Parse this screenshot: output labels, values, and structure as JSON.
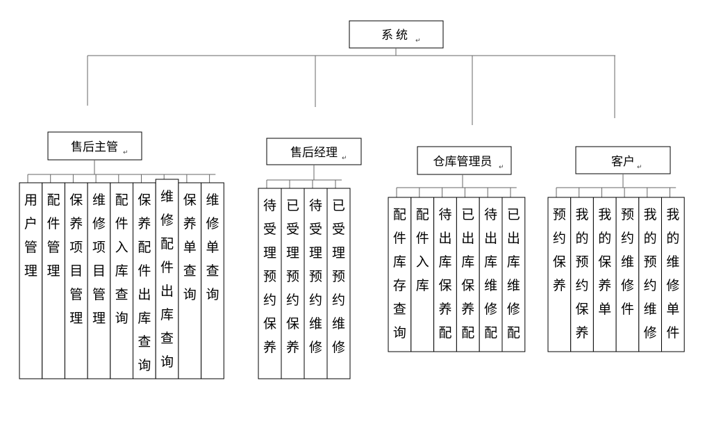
{
  "root": {
    "label": "系统",
    "mark": "↵"
  },
  "groups": [
    {
      "label": "售后主管",
      "mark": "↵",
      "items": [
        "用户管理",
        "配件管理",
        "保养项目管理",
        "维修项目管理",
        "配件入库查询",
        "保养配件出库查询",
        "维修配件出库查询",
        "保养单查询",
        "维修单查询"
      ]
    },
    {
      "label": "售后经理",
      "mark": "↵",
      "items": [
        "待受理预约保养",
        "已受理预约保养",
        "待受理预约维修",
        "已受理预约维修"
      ]
    },
    {
      "label": "仓库管理员",
      "mark": "↵",
      "items": [
        "配件库存查询",
        "配件入库",
        "待出库保养配",
        "已出库保养配",
        "待出库维修配",
        "已出库维修配"
      ]
    },
    {
      "label": "客户",
      "mark": "↵",
      "items": [
        "预约保养",
        "我的预约保养",
        "我的保养单",
        "预约维修件",
        "我的预约维修",
        "我的维修单件"
      ]
    }
  ]
}
